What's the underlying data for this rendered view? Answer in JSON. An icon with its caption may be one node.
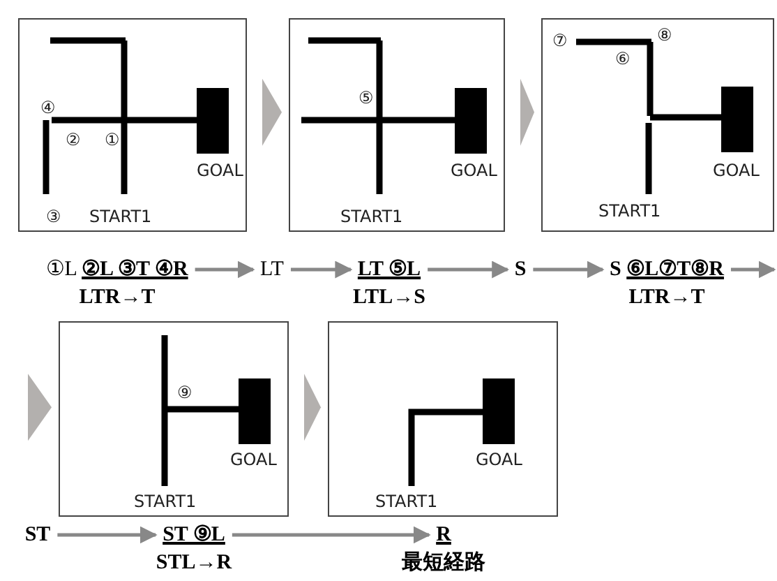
{
  "diagram": {
    "nodes": [
      {
        "text": [
          "④",
          "②",
          "①",
          "③",
          "START1",
          "GOAL"
        ]
      },
      {
        "text": [
          "⑤",
          "START1",
          "GOAL"
        ]
      },
      {
        "text": [
          "⑦",
          "⑧",
          "⑥",
          "START1",
          "GOAL"
        ]
      },
      {
        "text": [
          "⑨",
          "START1",
          "GOAL"
        ]
      },
      {
        "text": [
          "START1",
          "GOAL"
        ]
      },
      {
        "text": [
          "①L **②L ③T ④R**",
          "LTR→T"
        ]
      },
      {
        "text": [
          "LT"
        ]
      },
      {
        "text": [
          "LT ⑤L",
          "LTL→S"
        ]
      },
      {
        "text": [
          "S"
        ]
      },
      {
        "text": [
          "S **⑥L⑦T⑧R**",
          "LTR→T"
        ]
      },
      {
        "text": [
          "ST"
        ]
      },
      {
        "text": [
          "ST ⑨L",
          "STL→R"
        ]
      },
      {
        "text": [
          "R",
          "最短経路"
        ]
      }
    ],
    "edges": [
      {
        "from": 0,
        "to": 1,
        "arrow": "to",
        "color": "#b3b0ae"
      },
      {
        "from": 1,
        "to": 2,
        "arrow": "to",
        "color": "#b3b0ae"
      },
      {
        "from": null,
        "to": 3,
        "arrow": "to",
        "color": "#b3b0ae"
      },
      {
        "from": 3,
        "to": 4,
        "arrow": "to",
        "color": "#b3b0ae"
      },
      {
        "from": 5,
        "to": 6,
        "arrow": "to"
      },
      {
        "from": 6,
        "to": 7,
        "arrow": "to"
      },
      {
        "from": 7,
        "to": 8,
        "arrow": "to"
      },
      {
        "from": 8,
        "to": 9,
        "arrow": "to"
      },
      {
        "from": 9,
        "to": null,
        "arrow": "to"
      },
      {
        "from": 10,
        "to": 11,
        "arrow": "to"
      },
      {
        "from": 11,
        "to": 12,
        "arrow": "to"
      }
    ]
  }
}
